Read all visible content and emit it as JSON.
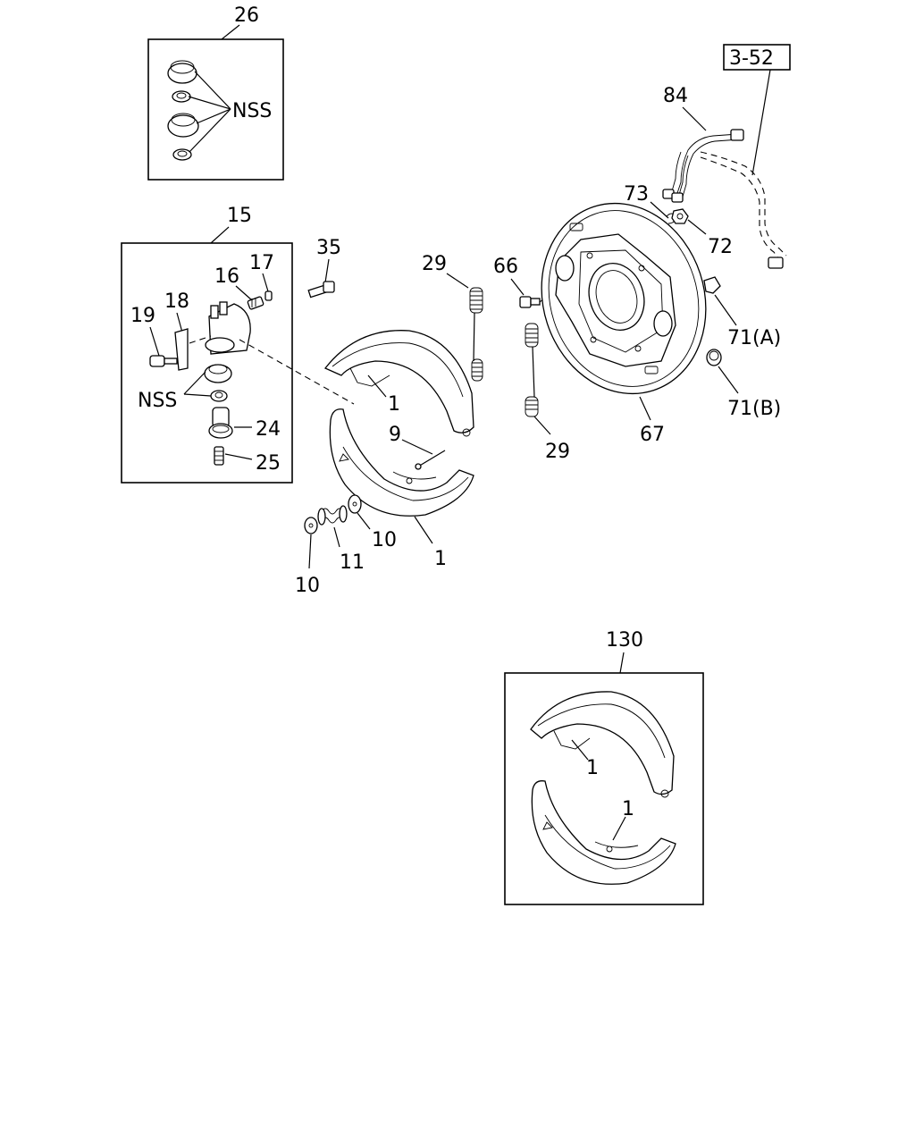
{
  "callouts": {
    "c26": "26",
    "nss_a": "NSS",
    "c15": "15",
    "c17": "17",
    "c16": "16",
    "c18": "18",
    "c19": "19",
    "nss_b": "NSS",
    "c24": "24",
    "c25": "25",
    "c35": "35",
    "c29_top": "29",
    "c66": "66",
    "c1_upper": "1",
    "c9": "9",
    "c10_right": "10",
    "c11": "11",
    "c10_left": "10",
    "c1_lower": "1",
    "c29_bottom": "29",
    "c67": "67",
    "ref_352": "3-52",
    "c84": "84",
    "c73": "73",
    "c72": "72",
    "c71a": "71(A)",
    "c71b": "71(B)",
    "c130": "130",
    "c1_kit_upper": "1",
    "c1_kit_lower": "1"
  }
}
